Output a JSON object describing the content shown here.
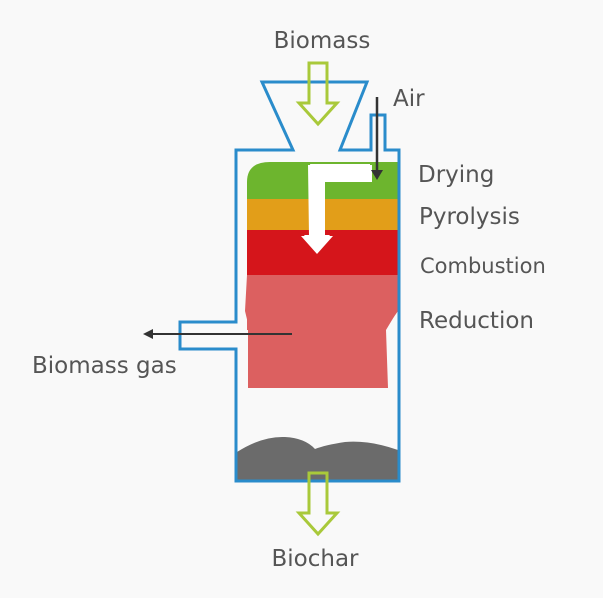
{
  "diagram": {
    "title": "Biomass gasifier",
    "labels": {
      "biomass_in": "Biomass",
      "air": "Air",
      "biomass_gas": "Biomass gas",
      "biochar": "Biochar"
    },
    "zones": [
      {
        "name": "Drying",
        "color": "#6db52e"
      },
      {
        "name": "Pyrolysis",
        "color": "#e29e19"
      },
      {
        "name": "Combustion",
        "color": "#d5151b"
      },
      {
        "name": "Reduction",
        "color": "#dc6060"
      }
    ],
    "colors": {
      "vessel_outline": "#2a8ccb",
      "flow_arrow_outline": "#a9c93a",
      "air_arrow": "#333333",
      "char_bed": "#6b6b6b",
      "text": "#555555"
    }
  }
}
